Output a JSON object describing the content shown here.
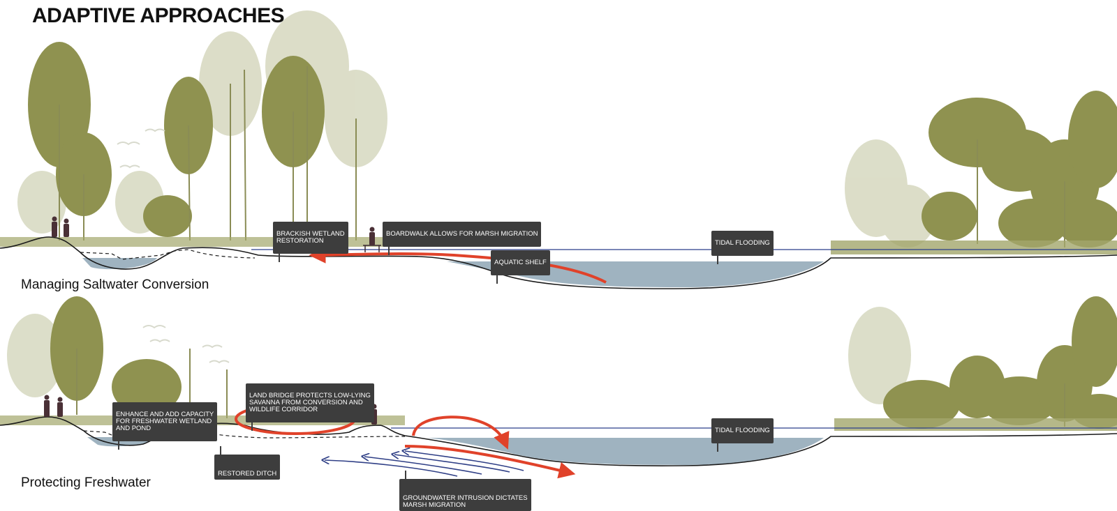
{
  "title": "ADAPTIVE APPROACHES",
  "sections": [
    {
      "label": "Managing Saltwater Conversion",
      "callouts": [
        {
          "text": "BRACKISH WETLAND\nRESTORATION"
        },
        {
          "text": "BOARDWALK ALLOWS FOR MARSH MIGRATION"
        },
        {
          "text": "TIDAL FLOODING"
        },
        {
          "text": "AQUATIC SHELF"
        }
      ]
    },
    {
      "label": "Protecting Freshwater",
      "callouts": [
        {
          "text": "ENHANCE AND ADD CAPACITY\nFOR FRESHWATER WETLAND\nAND POND"
        },
        {
          "text": "LAND BRIDGE PROTECTS LOW-LYING\nSAVANNA FROM CONVERSION AND\nWILDLIFE CORRIDOR"
        },
        {
          "text": "TIDAL FLOODING"
        },
        {
          "text": "RESTORED DITCH"
        },
        {
          "text": "GROUNDWATER INTRUSION DICTATES\nMARSH MIGRATION"
        }
      ]
    }
  ],
  "colors": {
    "water": "#9fb3c0",
    "tree_olive": "#8c8f4a",
    "tree_pale": "#c9ccac",
    "tree_mid": "#a8ab72",
    "red_arrow": "#e0422a",
    "blue_arrow": "#2f3f86",
    "ground_line": "#1a1a1a",
    "tide_line": "#2a3f8a",
    "callout_bg": "#3d3d3d"
  }
}
